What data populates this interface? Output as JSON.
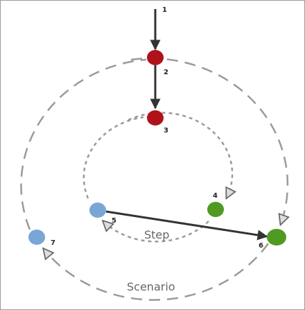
{
  "diagram": {
    "labels": {
      "step": "Step",
      "scenario": "Scenario"
    },
    "nodes": [
      {
        "id": "2",
        "color_name": "red"
      },
      {
        "id": "3",
        "color_name": "red"
      },
      {
        "id": "4",
        "color_name": "green"
      },
      {
        "id": "5",
        "color_name": "blue"
      },
      {
        "id": "6",
        "color_name": "green"
      },
      {
        "id": "7",
        "color_name": "blue"
      }
    ],
    "entry_marker": "1",
    "colors": {
      "red": "#b0121b",
      "green": "#4f9a20",
      "blue": "#7aa6d6",
      "arrow": "#333333",
      "dashed": "#9a9a9a"
    },
    "edges": [
      {
        "from": "1",
        "to": "2",
        "style": "solid"
      },
      {
        "from": "2",
        "to": "3",
        "style": "solid"
      },
      {
        "from": "5",
        "to": "6",
        "style": "solid"
      },
      {
        "from": "3",
        "to": "4",
        "style": "dashed-loop",
        "loop": "step"
      },
      {
        "from": "4",
        "to": "5",
        "style": "dashed-loop",
        "loop": "step"
      },
      {
        "from": "2",
        "to": "6",
        "style": "dashed-loop",
        "loop": "scenario"
      },
      {
        "from": "6",
        "to": "7",
        "style": "dashed-loop",
        "loop": "scenario"
      }
    ]
  }
}
